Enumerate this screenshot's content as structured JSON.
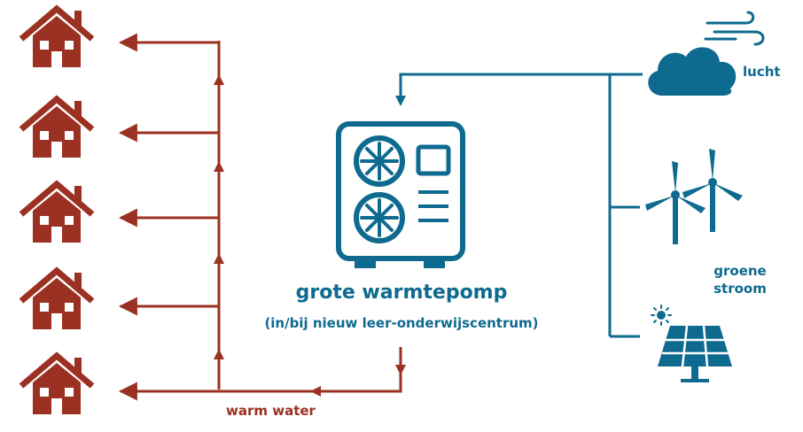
{
  "title": "grote warmtepomp",
  "subtitle": "(in/bij nieuw leer-onderwijscentrum)",
  "labels": {
    "warm_water": "warm water",
    "lucht": "lucht",
    "groene_line1": "groene",
    "groene_line2": "stroom"
  },
  "houses": [
    {
      "icon": "house-icon"
    },
    {
      "icon": "house-icon"
    },
    {
      "icon": "house-icon"
    },
    {
      "icon": "house-icon"
    },
    {
      "icon": "house-icon"
    }
  ],
  "sources": [
    {
      "icon": "wind-cloud-icon"
    },
    {
      "icon": "wind-turbines-icon"
    },
    {
      "icon": "solar-panel-icon"
    }
  ],
  "colors": {
    "warm": "#9b3122",
    "cool": "#0e6a8f"
  }
}
